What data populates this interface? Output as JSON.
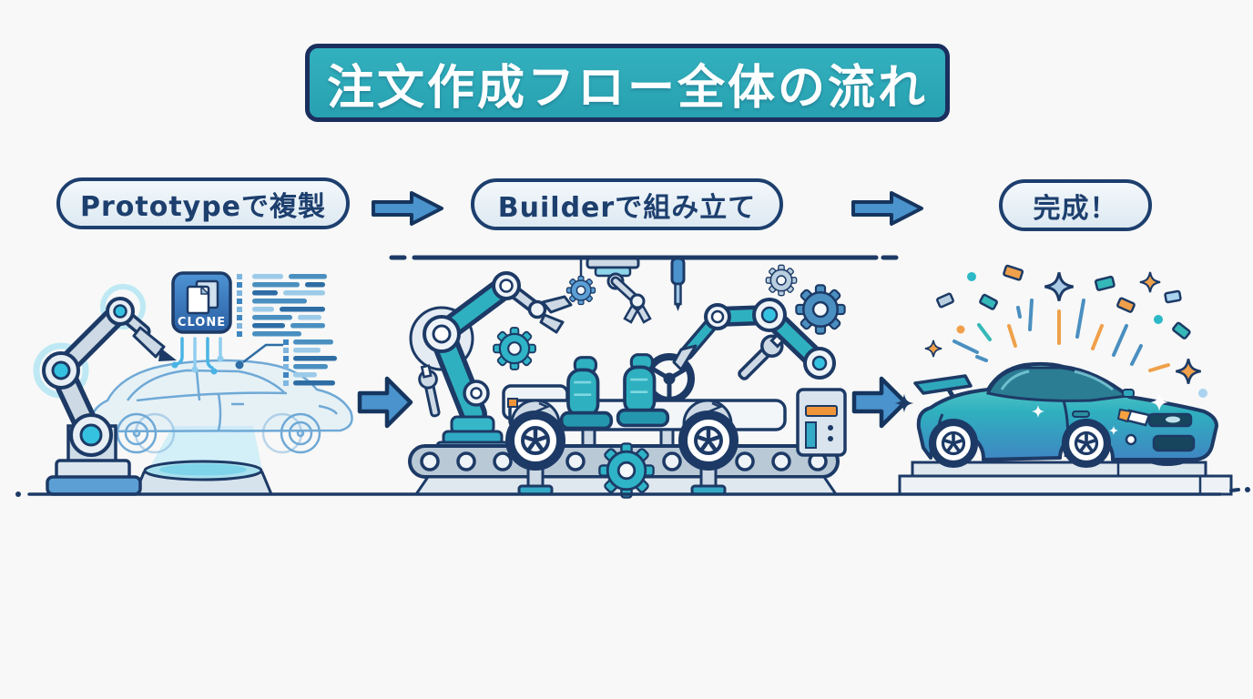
{
  "title": "注文作成フロー全体の流れ",
  "steps": [
    {
      "label": "Prototypeで複製"
    },
    {
      "label": "Builderで組み立て"
    },
    {
      "label": "完成！"
    }
  ],
  "scene_labels": {
    "clone_badge": "CLONE"
  },
  "colors": {
    "banner_teal": "#2aa7b6",
    "outline_navy": "#1d3a66",
    "arrow_blue": "#4a93cc",
    "pill_bg": "#e9f1f7",
    "machine_teal": "#2fb0c0",
    "steel": "#cdd9e4",
    "accent_orange": "#f0943a",
    "hologram_cyan": "#8fdcf2",
    "background": "#f7f8f7"
  }
}
